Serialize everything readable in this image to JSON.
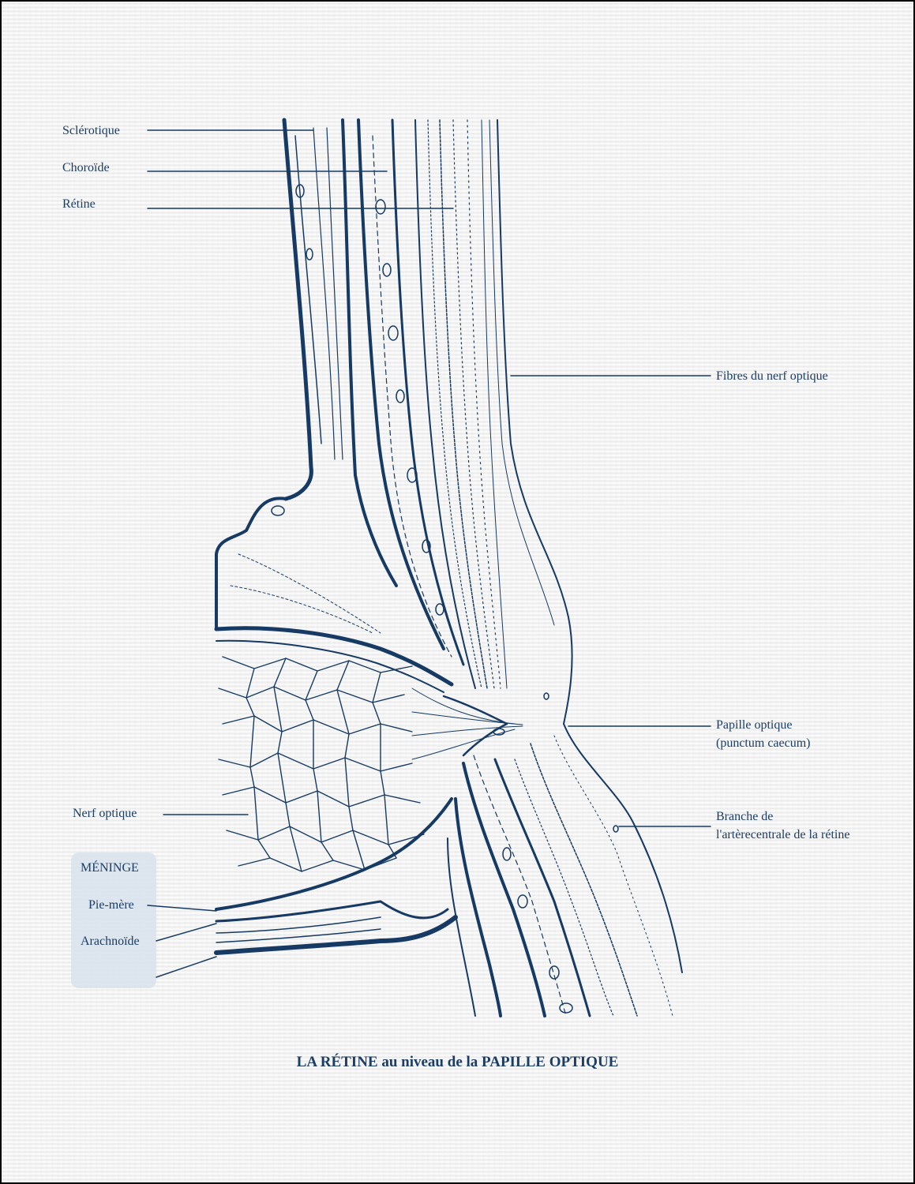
{
  "labels": {
    "sclerotique": "Sclérotique",
    "choroide": "Choroïde",
    "retine": "Rétine",
    "fibres": "Fibres du nerf optique",
    "papille_1": "Papille optique",
    "papille_2": "(punctum caecum)",
    "branche": "Branche de l'artèrecentrale de la rétine",
    "nerf": "Nerf optique",
    "meninge": "MÉNINGE",
    "pie_mere": "Pie-mère",
    "arachnoide": "Arachnoïde"
  },
  "caption": "LA RÉTINE au niveau de la PAPILLE OPTIQUE",
  "colors": {
    "ink": "#163a63",
    "label": "#1c3d66",
    "meninge_box": "#d8e2ec",
    "paper": "#f2f3f2"
  }
}
